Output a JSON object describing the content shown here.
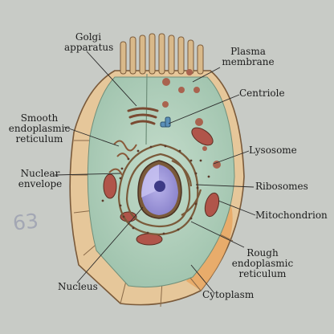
{
  "labels": {
    "golgi_1": "Golgi",
    "golgi_2": "apparatus",
    "plasma_1": "Plasma",
    "plasma_2": "membrane",
    "centriole": "Centriole",
    "smooth_1": "Smooth",
    "smooth_2": "endoplasmic",
    "smooth_3": "reticulum",
    "lysosome": "Lysosome",
    "nuclear_1": "Nuclear",
    "nuclear_2": "envelope",
    "ribosomes": "Ribosomes",
    "mito": "Mitochondrion",
    "rough_1": "Rough",
    "rough_2": "endoplasmic",
    "rough_3": "reticulum",
    "nucleus": "Nucleus",
    "cytoplasm": "Cytoplasm"
  },
  "handwriting": "63",
  "colors": {
    "background": "#c8cbc6",
    "cytoplasm": "#a9c9b6",
    "cytoplasm_light": "#c4dccb",
    "membrane_cells": "#e6c79a",
    "membrane_orange": "#e8a866",
    "nucleus_interior": "#9c95d8",
    "nucleolus": "#3d3a86",
    "organelle_red": "#a9634f",
    "leader_line": "#2a2a2a"
  }
}
